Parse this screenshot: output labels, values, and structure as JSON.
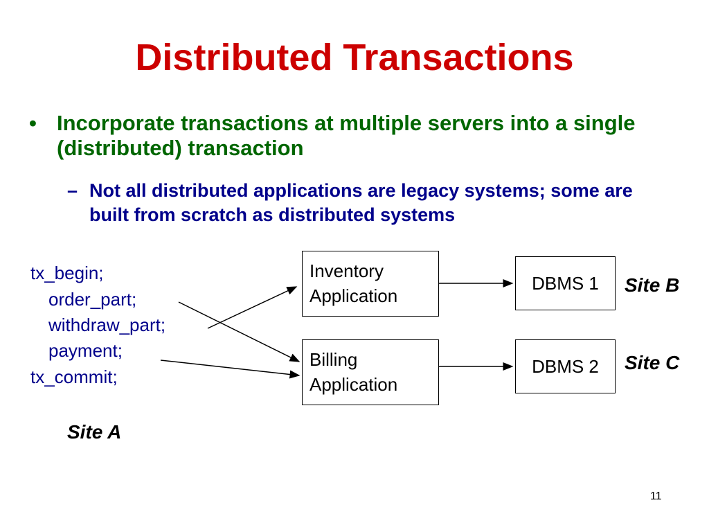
{
  "slide": {
    "title": "Distributed Transactions",
    "bullet": {
      "marker": "•",
      "text": "Incorporate transactions at multiple servers into a single (distributed) transaction"
    },
    "sub_bullet": {
      "marker": "–",
      "text": "Not all distributed applications are legacy systems; some are built from scratch as distributed systems"
    },
    "code": {
      "lines": [
        "tx_begin;",
        "order_part;",
        "withdraw_part;",
        "payment;",
        "tx_commit;"
      ]
    },
    "boxes": {
      "inventory": {
        "line1": "Inventory",
        "line2": "Application"
      },
      "billing": {
        "line1": "Billing",
        "line2": "Application"
      },
      "dbms1": "DBMS 1",
      "dbms2": "DBMS 2"
    },
    "sites": {
      "a": "Site A",
      "b": "Site B",
      "c": "Site C"
    },
    "page_number": "11"
  },
  "colors": {
    "title": "#cc0000",
    "bullet": "#006600",
    "sub_bullet": "#00008b",
    "code": "#00008b"
  }
}
